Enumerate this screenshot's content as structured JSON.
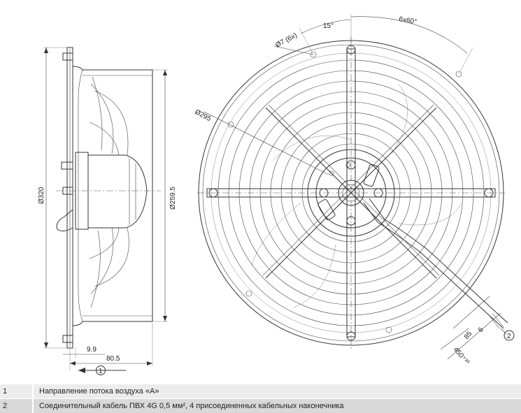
{
  "dimensions": {
    "side_height": "Ø320",
    "inner_diameter": "Ø259.5",
    "offset": "9.9",
    "depth": "80.5",
    "bolt_circle": "Ø295",
    "hole": "Ø7 (6x)",
    "angle": "15°",
    "hole_pattern": "6x60°",
    "cable_strip": "85",
    "wire_strip": "6",
    "cable_length": "450⁺³⁰"
  },
  "callouts": {
    "airflow": "1",
    "cable": "2"
  },
  "legend": [
    {
      "num": "1",
      "text": "Направление потока воздуха «А»"
    },
    {
      "num": "2",
      "text": "Соединительный кабель ПВХ 4G 0,5 мм², 4 присоединенных кабельных наконечника"
    }
  ]
}
